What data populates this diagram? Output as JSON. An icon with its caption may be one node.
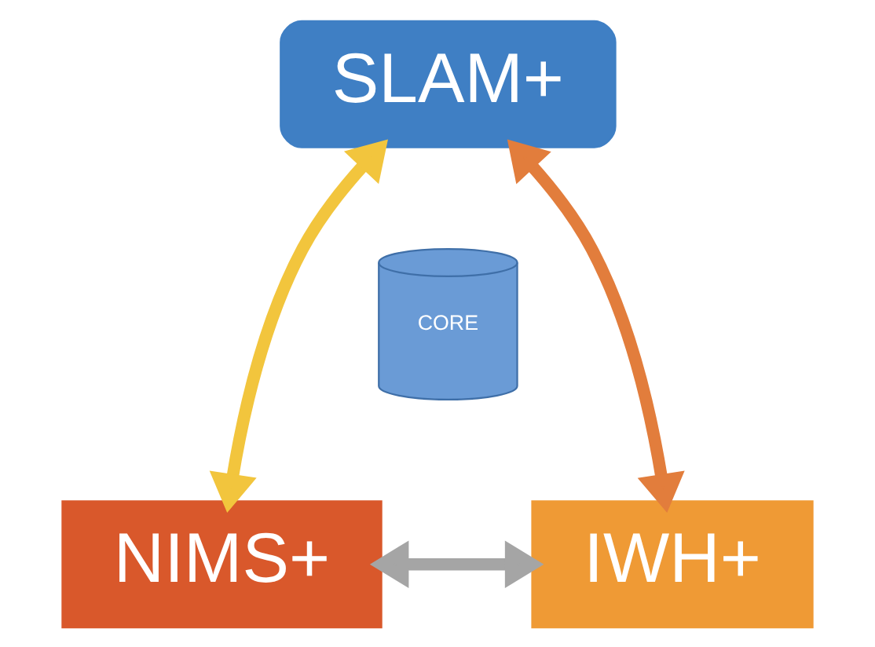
{
  "diagram": {
    "nodes": [
      {
        "text": [
          "SLAM+"
        ]
      },
      {
        "text": [
          "CORE"
        ]
      },
      {
        "text": [
          "NIMS+"
        ]
      },
      {
        "text": [
          "IWH+"
        ]
      }
    ],
    "edges": [
      {
        "from": 2,
        "to": 0,
        "arrow": "both",
        "color": "#f2c53d"
      },
      {
        "from": 0,
        "to": 3,
        "arrow": "both",
        "color": "#e27d3c"
      },
      {
        "from": 2,
        "to": 3,
        "arrow": "both",
        "color": "#a5a5a5"
      }
    ]
  }
}
